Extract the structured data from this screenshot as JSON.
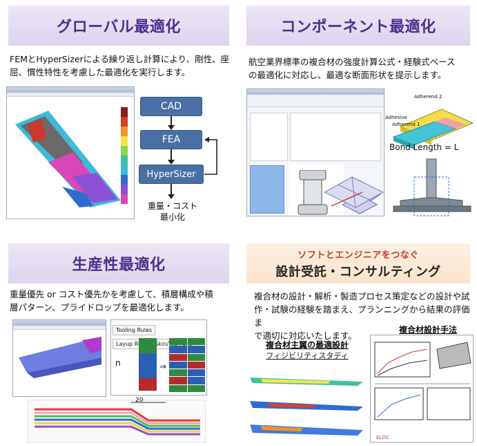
{
  "panels": {
    "global": {
      "title": "グローバル最適化",
      "desc_line1": "FEMとHyperSizerによる繰り返し計算により、剛性、座",
      "desc_line2": "屈、慣性特性を考慮した最適化を実行します。",
      "flow": [
        "CAD",
        "FEA",
        "HyperSizer"
      ],
      "note_line1": "重量・コスト",
      "note_line2": "最小化"
    },
    "component": {
      "title": "コンポーネント最適化",
      "desc_line1": "航空業界標準の複合材の強度計算公式・経験式ベース",
      "desc_line2": "の最適化に対応し、最適な断面形状を提示します。",
      "bond_label": "Bond Length = L",
      "adherend1": "Adherend 1",
      "adherend2": "Adherend 2",
      "adhesive": "Adhesive"
    },
    "production": {
      "title": "生産性最適化",
      "desc_line1": "重量優先 or コスト優先かを考慮して、積層構成や積",
      "desc_line2": "層パターン、プライドロップを最適化します。",
      "tabs": [
        "Tooling Rules",
        "Layup Rules - Skin/Top Face"
      ],
      "nplies": "n",
      "dim": "20"
    },
    "consulting": {
      "subtitle": "ソフトとエンジニアをつなぐ",
      "title": "設計受託・コンサルティング",
      "desc_line1": "複合材の設計・解析・製造プロセス策定などの設計や試",
      "desc_line2": "作・試験の経験を踏まえ、プランニングから結果の評価ま",
      "desc_line3": "で適切に対応いたします。",
      "cap_left_line1": "複合材主翼の最適設計",
      "cap_left_line2": "フィジビリティスタディ",
      "cap_right": "複合材設計手法"
    }
  },
  "colors": {
    "header_text": "#4b2f8c",
    "flow_box": "#4a6fa5"
  }
}
